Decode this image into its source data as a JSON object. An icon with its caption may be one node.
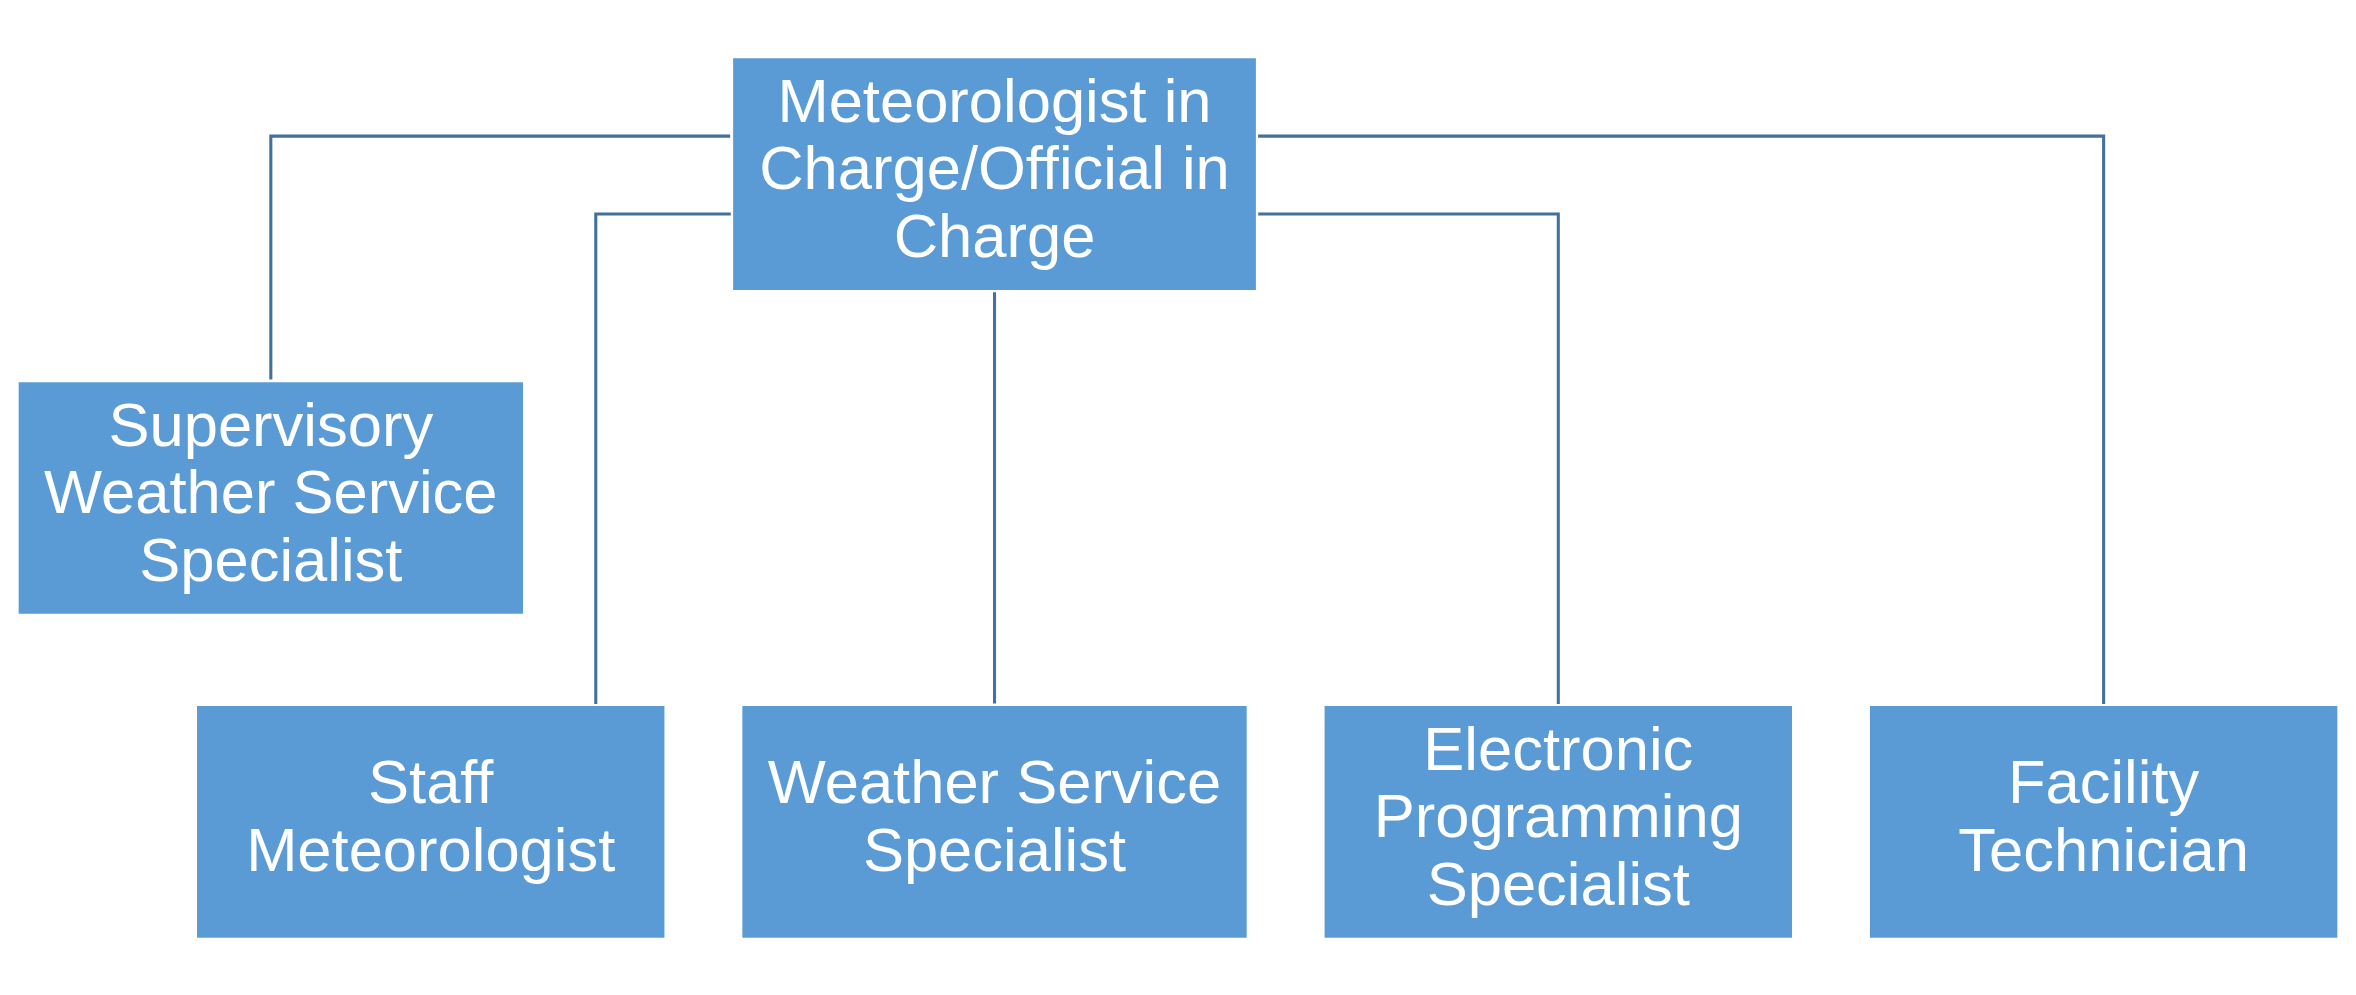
{
  "diagram": {
    "nodes": [
      {
        "text": [
          "Meteorologist in Charge/Official in Charge"
        ]
      },
      {
        "text": [
          "Supervisory Weather Service Specialist"
        ]
      },
      {
        "text": [
          "Staff Meteorologist"
        ]
      },
      {
        "text": [
          "Weather Service Specialist"
        ]
      },
      {
        "text": [
          "Electronic Programming Specialist"
        ]
      },
      {
        "text": [
          "Facility Technician"
        ]
      }
    ],
    "edges": [
      {
        "from": 0,
        "to": 1,
        "arrow": "none"
      },
      {
        "from": 0,
        "to": 2,
        "arrow": "none"
      },
      {
        "from": 0,
        "to": 3,
        "arrow": "none"
      },
      {
        "from": 0,
        "to": 4,
        "arrow": "none"
      },
      {
        "from": 0,
        "to": 5,
        "arrow": "none"
      }
    ]
  }
}
